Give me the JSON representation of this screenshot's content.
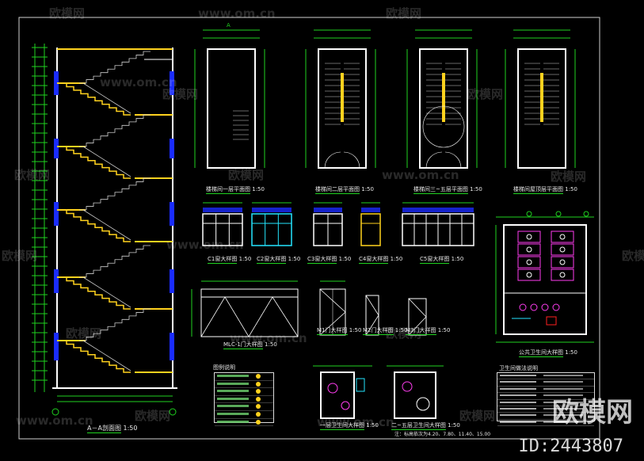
{
  "drawing": {
    "section_title": "A－A剖面图",
    "section_scale": "1:50",
    "plans": [
      {
        "id": "plan1",
        "title": "楼梯间一层平面图",
        "scale": "1:50"
      },
      {
        "id": "plan2",
        "title": "楼梯间二层平面图",
        "scale": "1:50"
      },
      {
        "id": "plan3",
        "title": "楼梯间三~五层平面图",
        "scale": "1:50"
      },
      {
        "id": "plan4",
        "title": "楼梯间屋顶层平面图",
        "scale": "1:50"
      }
    ],
    "windows": [
      {
        "id": "c1",
        "title": "C1窗大样图",
        "scale": "1:50"
      },
      {
        "id": "c2",
        "title": "C2窗大样图",
        "scale": "1:50"
      },
      {
        "id": "c3",
        "title": "C3窗大样图",
        "scale": "1:50"
      },
      {
        "id": "c4",
        "title": "C4窗大样图",
        "scale": "1:50"
      },
      {
        "id": "c5",
        "title": "C5窗大样图",
        "scale": "1:50"
      }
    ],
    "doors": [
      {
        "id": "mlc",
        "title": "MLC-1门大样图",
        "scale": "1:50"
      },
      {
        "id": "m1",
        "title": "M1门大样图",
        "scale": "1:50"
      },
      {
        "id": "m2",
        "title": "M2门大样图",
        "scale": "1:50"
      },
      {
        "id": "m3",
        "title": "M3门大样图",
        "scale": "1:50"
      }
    ],
    "toilets": [
      {
        "id": "toilet_public",
        "title": "公共卫生间大样图",
        "scale": "1:50"
      },
      {
        "id": "toilet_1",
        "title": "一层卫生间大样图",
        "scale": "1:50"
      },
      {
        "id": "toilet_2",
        "title": "二~五层卫生间大样图",
        "scale": "1:50"
      }
    ],
    "legend_title": "图例说明",
    "notes_title": "卫生间做法说明",
    "elevation_note": "注：标高依次为4.20、7.80、11.40、15.00",
    "marker_a": "A"
  },
  "watermark": {
    "brand": "欧模网",
    "url": "www.om.cn",
    "big": "欧模网",
    "id": "ID:2443807"
  },
  "colors": {
    "background": "#000000",
    "wall": "#ffffff",
    "dimension": "#1fd21f",
    "stair": "#ffd21e",
    "window_blue": "#1a2cff",
    "cyan": "#24e6ff",
    "magenta": "#ff3df0",
    "red": "#ff2020"
  }
}
